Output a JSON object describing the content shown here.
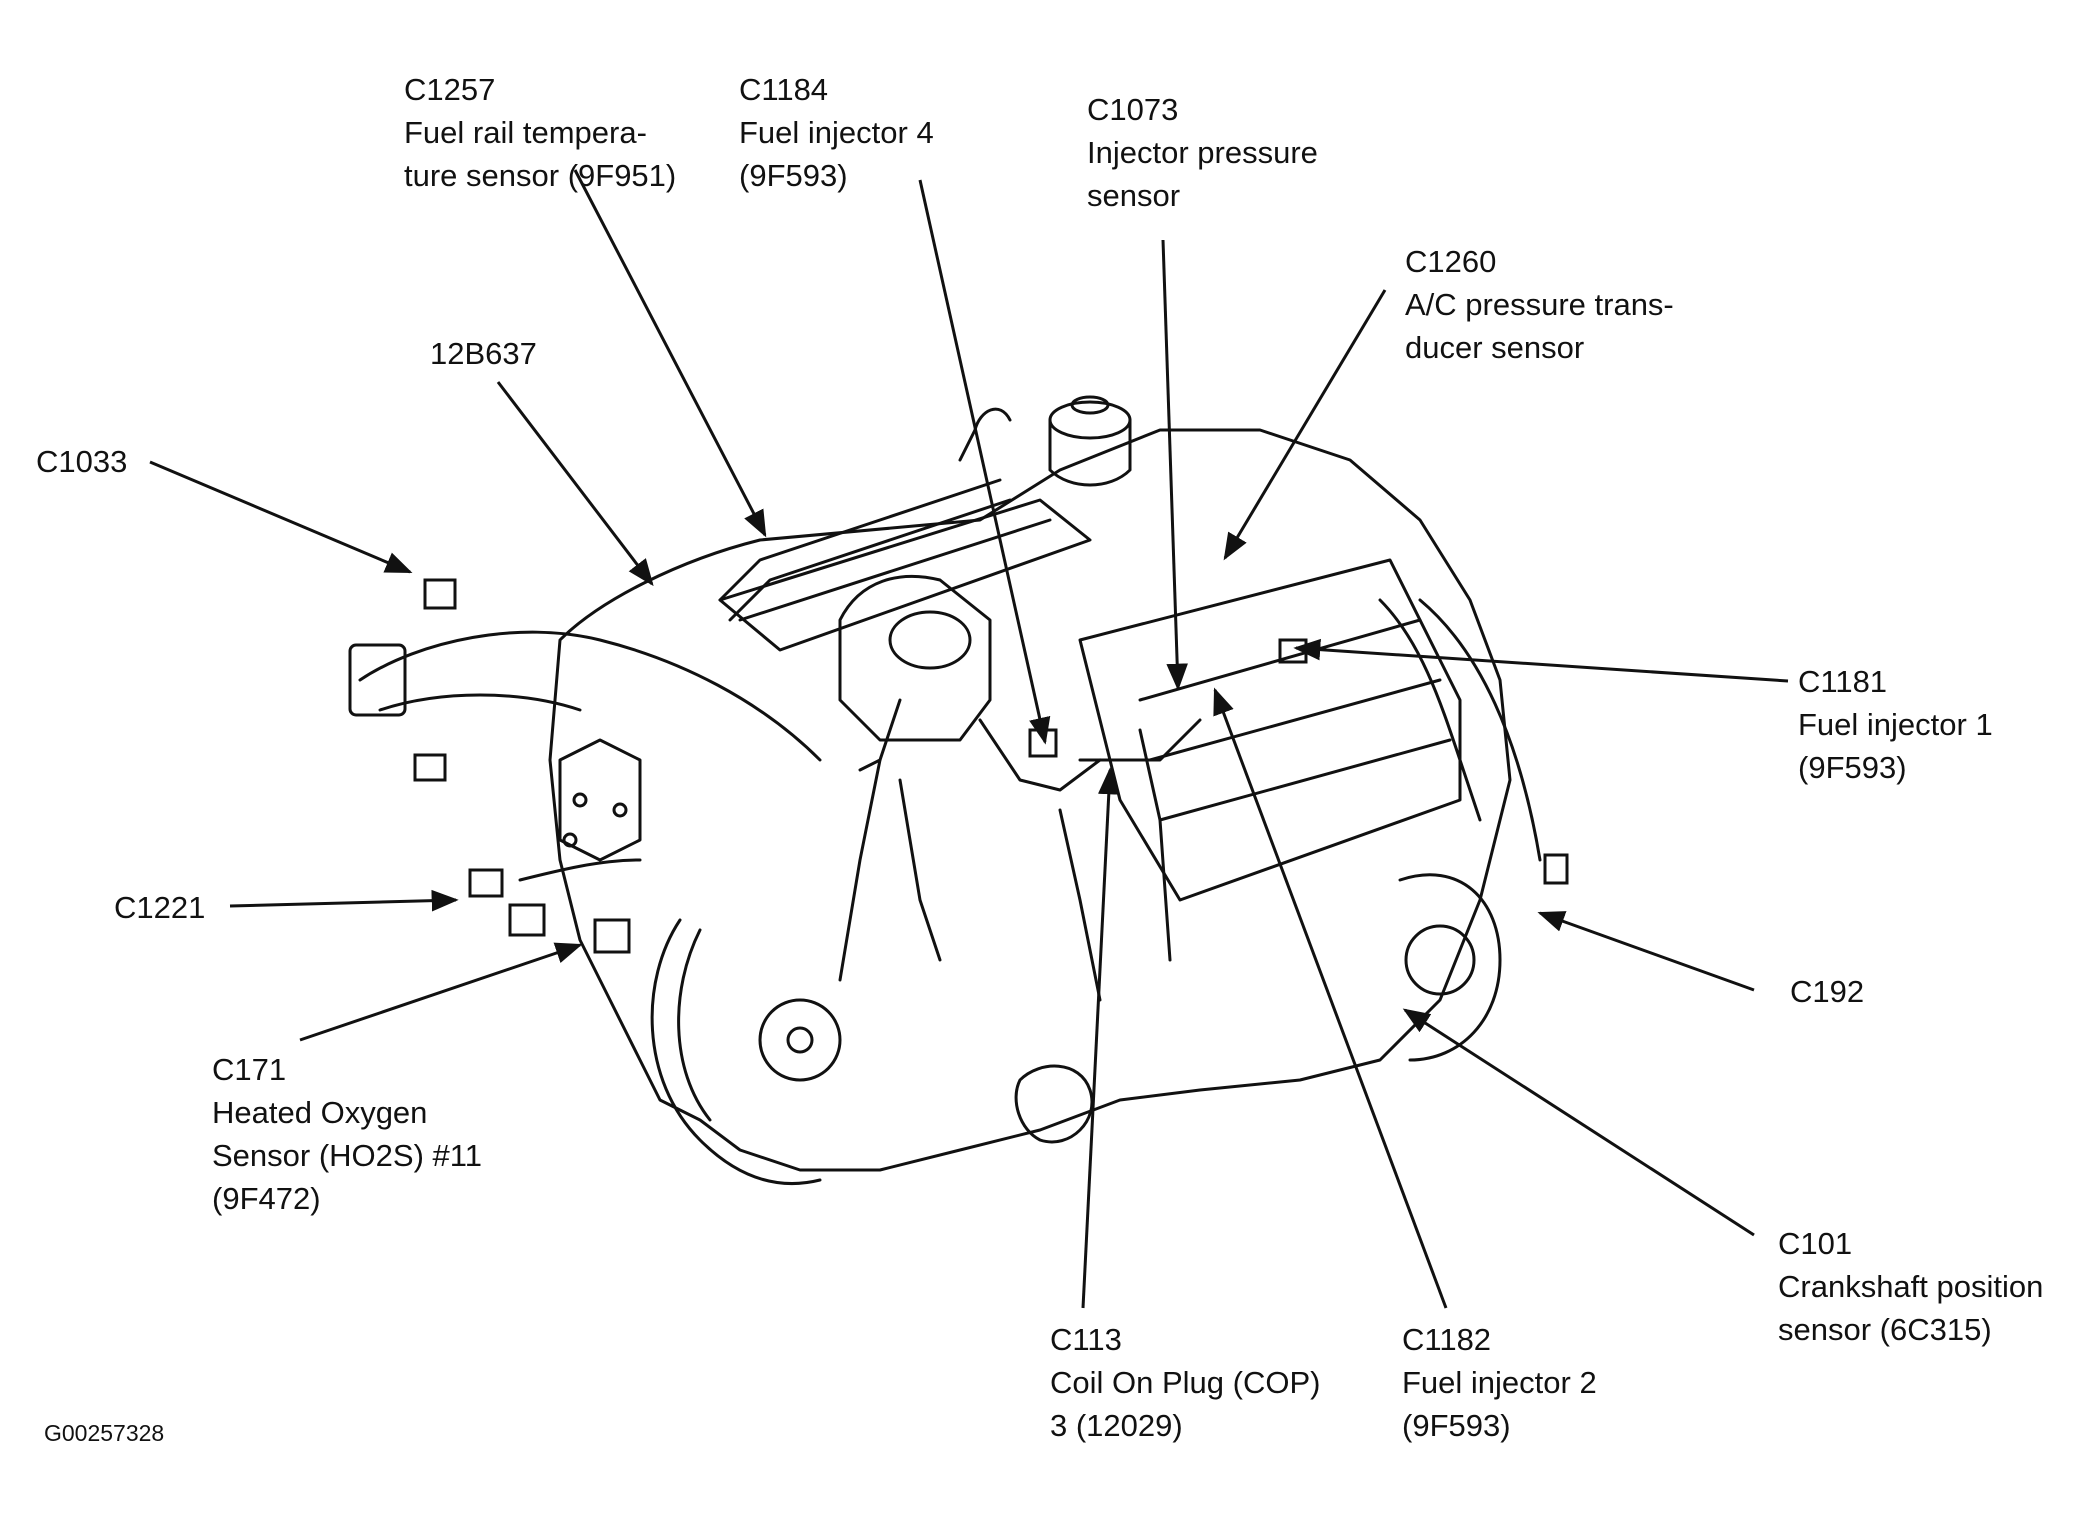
{
  "figure_id": "G00257328",
  "callouts": [
    {
      "code": "C1257",
      "desc": [
        "Fuel rail tempera-",
        "ture sensor (9F951)"
      ]
    },
    {
      "code": "C1184",
      "desc": [
        "Fuel injector 4",
        "(9F593)"
      ]
    },
    {
      "code": "C1073",
      "desc": [
        "Injector pressure",
        "sensor"
      ]
    },
    {
      "code": "C1260",
      "desc": [
        "A/C pressure trans-",
        "ducer sensor"
      ]
    },
    {
      "code": "12B637",
      "desc": []
    },
    {
      "code": "C1033",
      "desc": []
    },
    {
      "code": "C1181",
      "desc": [
        "Fuel injector 1",
        "(9F593)"
      ]
    },
    {
      "code": "C1221",
      "desc": []
    },
    {
      "code": "C192",
      "desc": []
    },
    {
      "code": "C171",
      "desc": [
        "Heated Oxygen",
        "Sensor (HO2S) #11",
        "(9F472)"
      ]
    },
    {
      "code": "C101",
      "desc": [
        "Crankshaft position",
        "sensor (6C315)"
      ]
    },
    {
      "code": "C113",
      "desc": [
        "Coil On Plug (COP)",
        "3 (12029)"
      ]
    },
    {
      "code": "C1182",
      "desc": [
        "Fuel injector 2",
        "(9F593)"
      ]
    }
  ]
}
